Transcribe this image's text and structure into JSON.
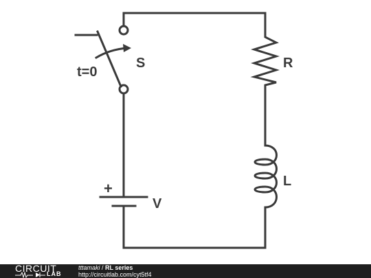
{
  "diagram": {
    "switch_label": "S",
    "switch_time_label": "t=0",
    "resistor_label": "R",
    "inductor_label": "L",
    "source_label": "V",
    "source_plus": "+"
  },
  "footer": {
    "brand_top": "CIRCUIT",
    "brand_bottom": "LAB",
    "author": "tttamaki",
    "separator": " / ",
    "title": "RL series",
    "url": "http://circuitlab.com/cyt5tf4"
  },
  "colors": {
    "wire": "#3a3a3a",
    "footer_bg": "#1f1f1f"
  }
}
